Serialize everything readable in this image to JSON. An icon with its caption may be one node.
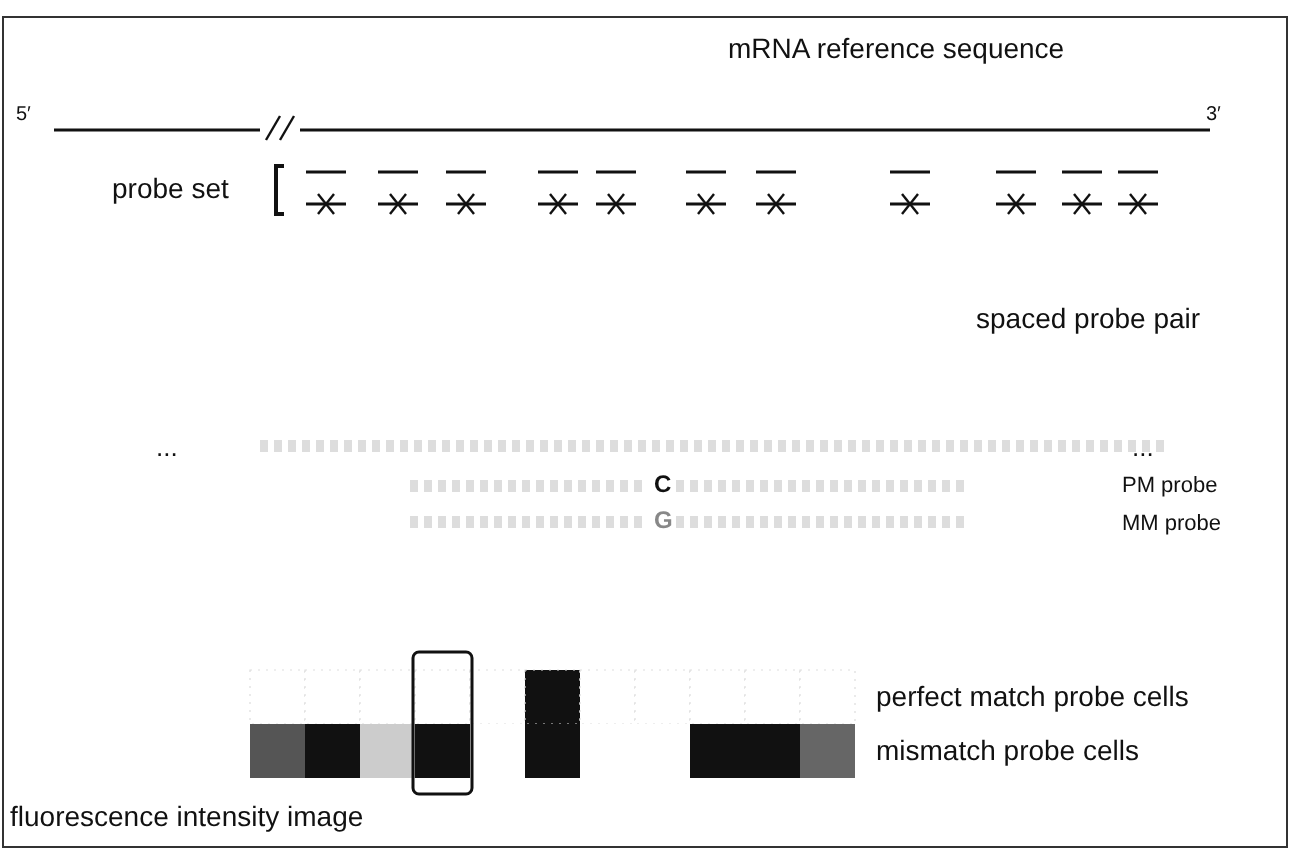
{
  "diagram": {
    "labels": [
      "mRNA reference sequence",
      "5′",
      "3′",
      "probe set",
      "spaced probe pair",
      "...",
      "...",
      "C",
      "PM probe",
      "G",
      "MM probe",
      "perfect match probe cells",
      "mismatch probe cells",
      "fluorescence intensity image"
    ]
  }
}
